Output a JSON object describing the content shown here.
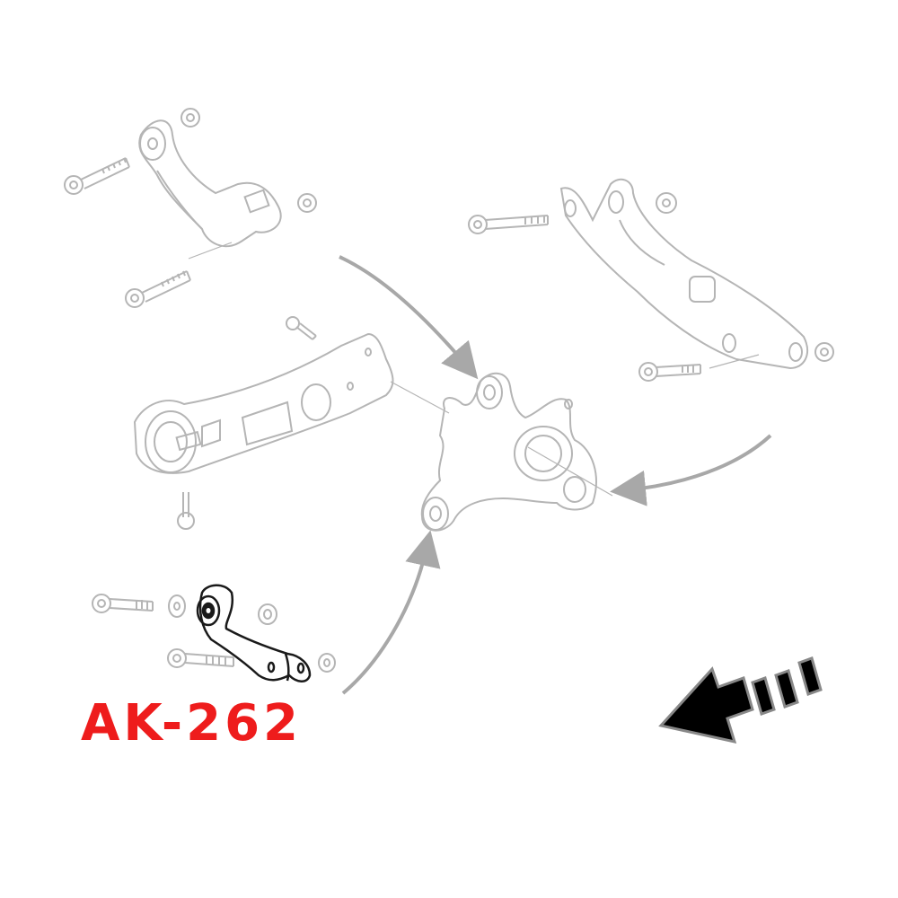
{
  "diagram": {
    "type": "exploded-parts-diagram",
    "subject": "rear suspension arms and knuckle assembly",
    "part_code": "AK-262",
    "colors": {
      "part_code": "#ee1c1c",
      "line_art_faded": "#b8b8b8",
      "highlighted_part": "#1a1a1a",
      "direction_arrow_fill": "#000000",
      "direction_arrow_outline": "#888888",
      "flow_arrows": "#a8a8a8",
      "background": "#ffffff"
    },
    "components": [
      {
        "id": "upper-arm",
        "label": "upper control arm with bolts and nuts",
        "highlighted": false
      },
      {
        "id": "trailing-arm",
        "label": "rear lower arm with bolts and nut",
        "highlighted": false
      },
      {
        "id": "lower-arm",
        "label": "lower control arm with bolts",
        "highlighted": false
      },
      {
        "id": "knuckle",
        "label": "rear knuckle / hub carrier",
        "highlighted": false
      },
      {
        "id": "toe-link",
        "label": "toe / traction link with bolts and nuts",
        "highlighted": true
      }
    ],
    "flow_arrows": [
      {
        "from": "upper-arm",
        "to": "knuckle"
      },
      {
        "from": "trailing-arm",
        "to": "knuckle"
      },
      {
        "from": "toe-link",
        "to": "knuckle"
      }
    ],
    "direction_indicator": {
      "icon": "vehicle-front-direction-arrow",
      "direction": "down-left"
    }
  }
}
